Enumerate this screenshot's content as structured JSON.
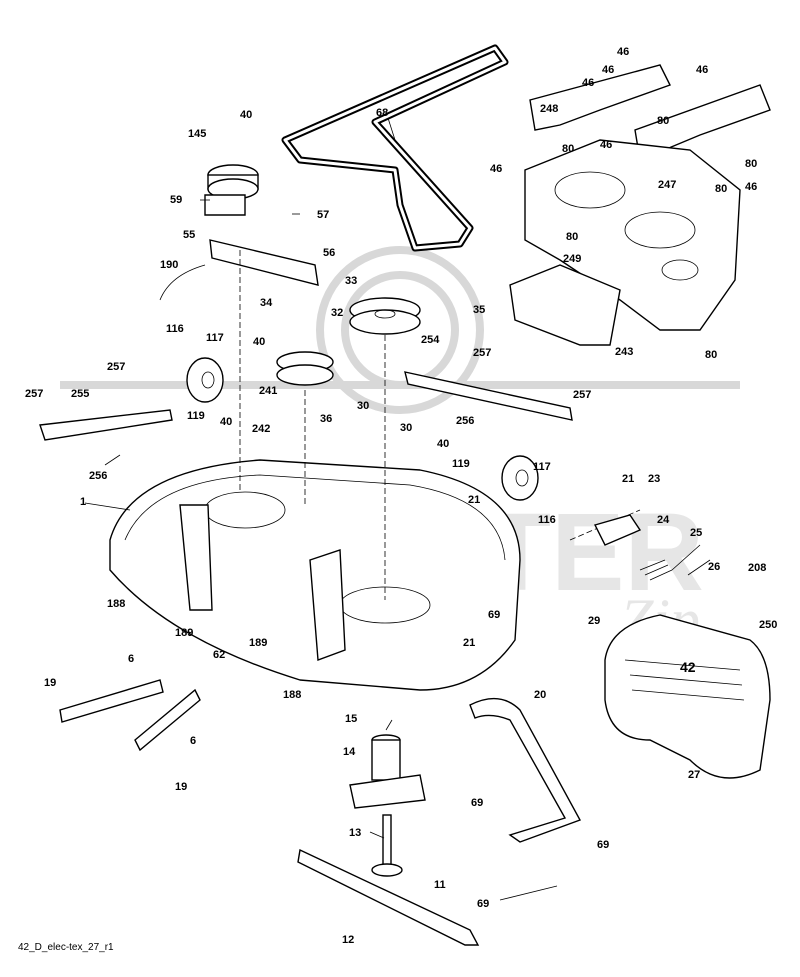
{
  "diagram": {
    "caption": "42_D_elec-tex_27_r1",
    "watermark": "SCOOTER",
    "watermark_sub": "Zip",
    "deflector_logo": "42"
  },
  "labels": [
    {
      "id": "l68",
      "text": "68"
    },
    {
      "id": "l46a",
      "text": "46"
    },
    {
      "id": "l46b",
      "text": "46"
    },
    {
      "id": "l46c",
      "text": "46"
    },
    {
      "id": "l46d",
      "text": "46"
    },
    {
      "id": "l46e",
      "text": "46"
    },
    {
      "id": "l46f",
      "text": "46"
    },
    {
      "id": "l46g",
      "text": "46"
    },
    {
      "id": "l248",
      "text": "248"
    },
    {
      "id": "l80a",
      "text": "80"
    },
    {
      "id": "l80b",
      "text": "80"
    },
    {
      "id": "l80c",
      "text": "80"
    },
    {
      "id": "l80d",
      "text": "80"
    },
    {
      "id": "l80e",
      "text": "80"
    },
    {
      "id": "l80f",
      "text": "80"
    },
    {
      "id": "l247",
      "text": "247"
    },
    {
      "id": "l249",
      "text": "249"
    },
    {
      "id": "l243",
      "text": "243"
    },
    {
      "id": "l35",
      "text": "35"
    },
    {
      "id": "l40a",
      "text": "40"
    },
    {
      "id": "l145",
      "text": "145"
    },
    {
      "id": "l59",
      "text": "59"
    },
    {
      "id": "l57",
      "text": "57"
    },
    {
      "id": "l56",
      "text": "56"
    },
    {
      "id": "l55",
      "text": "55"
    },
    {
      "id": "l190",
      "text": "190"
    },
    {
      "id": "l34",
      "text": "34"
    },
    {
      "id": "l33",
      "text": "33"
    },
    {
      "id": "l32",
      "text": "32"
    },
    {
      "id": "l116a",
      "text": "116"
    },
    {
      "id": "l117a",
      "text": "117"
    },
    {
      "id": "l40b",
      "text": "40"
    },
    {
      "id": "l257a",
      "text": "257"
    },
    {
      "id": "l257b",
      "text": "257"
    },
    {
      "id": "l255",
      "text": "255"
    },
    {
      "id": "l119a",
      "text": "119"
    },
    {
      "id": "l40c",
      "text": "40"
    },
    {
      "id": "l241",
      "text": "241"
    },
    {
      "id": "l36",
      "text": "36"
    },
    {
      "id": "l242",
      "text": "242"
    },
    {
      "id": "l256a",
      "text": "256"
    },
    {
      "id": "l30a",
      "text": "30"
    },
    {
      "id": "l30b",
      "text": "30"
    },
    {
      "id": "l254",
      "text": "254"
    },
    {
      "id": "l257c",
      "text": "257"
    },
    {
      "id": "l257d",
      "text": "257"
    },
    {
      "id": "l256b",
      "text": "256"
    },
    {
      "id": "l40d",
      "text": "40"
    },
    {
      "id": "l119b",
      "text": "119"
    },
    {
      "id": "l117b",
      "text": "117"
    },
    {
      "id": "l116b",
      "text": "116"
    },
    {
      "id": "l21a",
      "text": "21"
    },
    {
      "id": "l21b",
      "text": "21"
    },
    {
      "id": "l23",
      "text": "23"
    },
    {
      "id": "l24",
      "text": "24"
    },
    {
      "id": "l25",
      "text": "25"
    },
    {
      "id": "l1",
      "text": "1"
    },
    {
      "id": "l26",
      "text": "26"
    },
    {
      "id": "l208",
      "text": "208"
    },
    {
      "id": "l250",
      "text": "250"
    },
    {
      "id": "l29",
      "text": "29"
    },
    {
      "id": "l188a",
      "text": "188"
    },
    {
      "id": "l189a",
      "text": "189"
    },
    {
      "id": "l62",
      "text": "62"
    },
    {
      "id": "l189b",
      "text": "189"
    },
    {
      "id": "l69a",
      "text": "69"
    },
    {
      "id": "l21c",
      "text": "21"
    },
    {
      "id": "l188b",
      "text": "188"
    },
    {
      "id": "l6a",
      "text": "6"
    },
    {
      "id": "l19a",
      "text": "19"
    },
    {
      "id": "l6b",
      "text": "6"
    },
    {
      "id": "l19b",
      "text": "19"
    },
    {
      "id": "l15",
      "text": "15"
    },
    {
      "id": "l20",
      "text": "20"
    },
    {
      "id": "l27",
      "text": "27"
    },
    {
      "id": "l14",
      "text": "14"
    },
    {
      "id": "l69b",
      "text": "69"
    },
    {
      "id": "l13",
      "text": "13"
    },
    {
      "id": "l69c",
      "text": "69"
    },
    {
      "id": "l11",
      "text": "11"
    },
    {
      "id": "l69d",
      "text": "69"
    },
    {
      "id": "l12",
      "text": "12"
    }
  ]
}
